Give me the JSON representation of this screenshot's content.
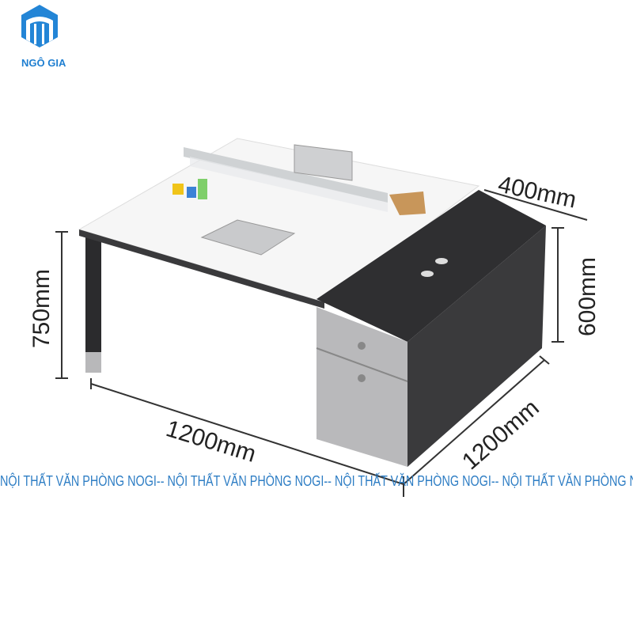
{
  "logo": {
    "brand": "NGÔ GIA",
    "color": "#1f7fd1"
  },
  "dimensions": {
    "height": "750mm",
    "width": "1200mm",
    "depth": "1200mm",
    "cabinet_height": "600mm",
    "cabinet_depth": "400mm"
  },
  "watermark": "NỘI THẤT VĂN PHÒNG NOGI-- NỘI THẤT VĂN PHÒNG NOGI-- NỘI THẤT VĂN PHÒNG NOGI-- NỘI THẤT VĂN PHÒNG NOGI",
  "colors": {
    "desk_top": "#f6f6f6",
    "cabinet": "#2f2f31",
    "drawer": "#b9b9bb",
    "watermark": "#2d7dc4"
  }
}
